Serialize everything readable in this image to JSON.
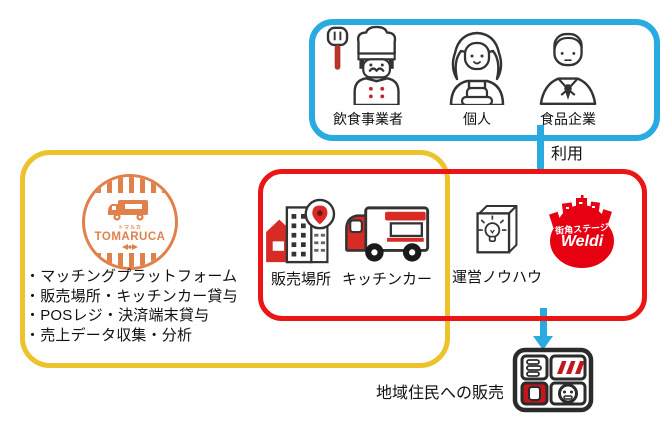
{
  "users_box": {
    "members": [
      {
        "label": "飲食事業者"
      },
      {
        "label": "個人"
      },
      {
        "label": "食品企業"
      }
    ]
  },
  "connector": {
    "use_label": "利用"
  },
  "platform_box": {
    "items": [
      {
        "label": "販売場所"
      },
      {
        "label": "キッチンカー"
      },
      {
        "label": "運営ノウハウ"
      }
    ],
    "weldi_logo": {
      "tagline": "街角ステージ",
      "brand": "Weldi"
    }
  },
  "tomaruca_box": {
    "logo": {
      "kana": "トマルカ",
      "name": "TOMARUCA"
    },
    "features": [
      "・マッチングプラットフォーム",
      "・販売場所・キッチンカー貸与",
      "・POSレジ・決済端末貸与",
      "・売上データ収集・分析"
    ]
  },
  "output": {
    "label": "地域住民への販売"
  },
  "colors": {
    "group_users_blue": "#29abe2",
    "group_platform_red": "#ec1515",
    "group_tomaruca_yellow": "#edc22b",
    "tomaruca_orange": "#e0814b",
    "weldi_red": "#e60012",
    "icon_red": "#d92b25"
  }
}
